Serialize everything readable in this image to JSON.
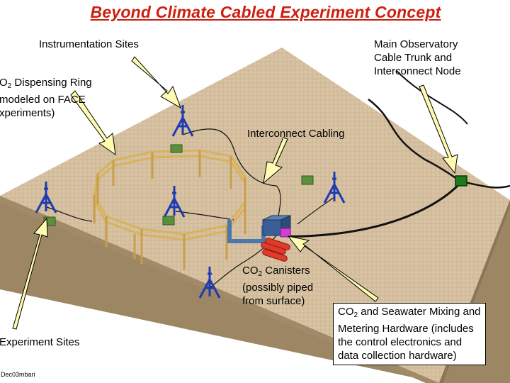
{
  "title": "Beyond Climate Cabled Experiment Concept",
  "labels": {
    "instrumentation_sites": "Instrumentation Sites",
    "main_observatory_line1": "Main Observatory",
    "main_observatory_line2": "Cable Trunk and",
    "main_observatory_line3": "Interconnect Node",
    "co2_ring_prefix": "O",
    "co2_ring_sub": "2",
    "co2_ring_suffix": " Dispensing Ring",
    "co2_ring_line2": "modeled on FACE",
    "co2_ring_line3": "xperiments)",
    "interconnect_cabling": "Interconnect Cabling",
    "canisters_prefix": "CO",
    "canisters_sub": "2",
    "canisters_suffix": " Canisters",
    "canisters_line2": "(possibly piped",
    "canisters_line3": "from surface)",
    "mixing_prefix": "CO",
    "mixing_sub": "2",
    "mixing_suffix": " and Seawater Mixing and",
    "mixing_line2": "Metering Hardware (includes",
    "mixing_line3": "the control electronics and",
    "mixing_line4": "data collection hardware)",
    "experiment_sites": "Experiment Sites",
    "stamp": "Dec03mbari"
  },
  "colors": {
    "title": "#cc1f10",
    "seafloor": "#d8c3a4",
    "ring": "#d8b25e",
    "tower": "#1f3bb0",
    "node": "#1d7a1d",
    "instrument": "#5c8f3c",
    "canister": "#e03a2a",
    "mixer": "#3a5f96",
    "arrow": "#fffbb0"
  }
}
